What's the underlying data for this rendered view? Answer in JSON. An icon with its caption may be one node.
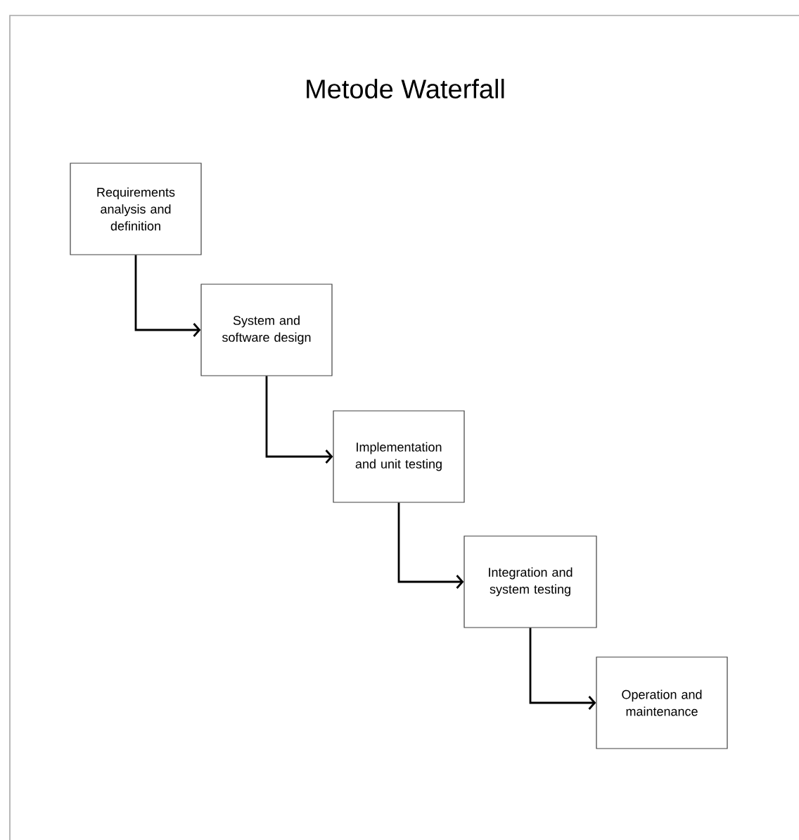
{
  "diagram": {
    "title": "Metode Waterfall",
    "nodes": [
      {
        "text": [
          "Requirements analysis and definition"
        ]
      },
      {
        "text": [
          "System and software design"
        ]
      },
      {
        "text": [
          "Implementation and unit testing"
        ]
      },
      {
        "text": [
          "Integration and system testing"
        ]
      },
      {
        "text": [
          "Operation and maintenance"
        ]
      }
    ],
    "edges": [
      {
        "from": 0,
        "to": 1,
        "arrow": "to"
      },
      {
        "from": 1,
        "to": 2,
        "arrow": "to"
      },
      {
        "from": 2,
        "to": 3,
        "arrow": "to"
      },
      {
        "from": 3,
        "to": 4,
        "arrow": "to"
      }
    ]
  }
}
